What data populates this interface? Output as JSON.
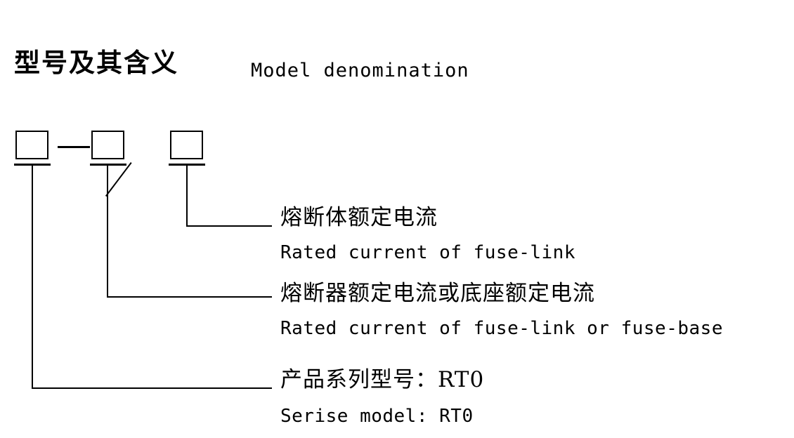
{
  "header": {
    "title_cn": "型号及其含义",
    "title_en": "Model denomination"
  },
  "symbol": {
    "boxes": [
      {
        "name": "series-model-box",
        "label": ""
      },
      {
        "name": "fuse-rated-current-box",
        "label": ""
      },
      {
        "name": "fuse-link-rated-current-box",
        "label": ""
      }
    ],
    "separators": {
      "dash": "—",
      "slash": "/"
    }
  },
  "annotations": [
    {
      "id": "fuse-link-rated-current",
      "cn": "熔断体额定电流",
      "en": "Rated current of fuse-link"
    },
    {
      "id": "fuse-or-base-rated-current",
      "cn": "熔断器额定电流或底座额定电流",
      "en": "Rated current of fuse-link or fuse-base"
    },
    {
      "id": "series-model",
      "cn": "产品系列型号：RT0",
      "en": "Serise model: RT0"
    }
  ],
  "colors": {
    "ink": "#000000",
    "paper": "#ffffff"
  }
}
